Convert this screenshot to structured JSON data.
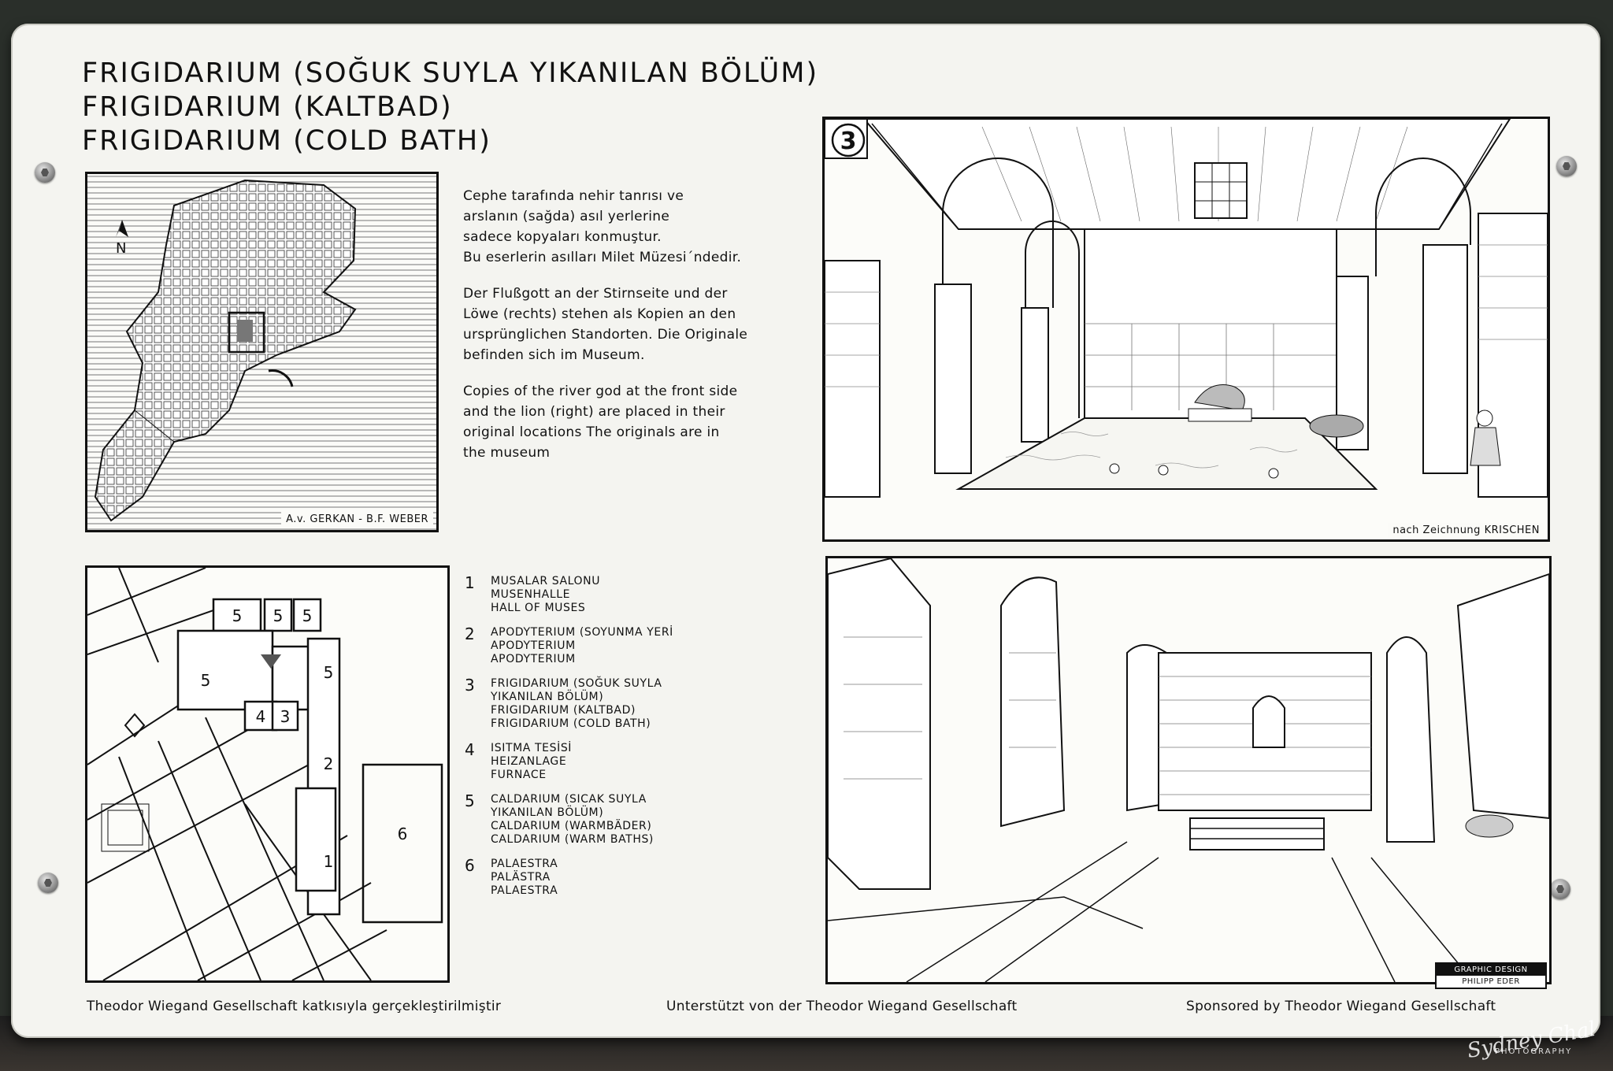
{
  "titles": [
    "FRIGIDARIUM  (SOĞUK  SUYLA  YIKANILAN  BÖLÜM)",
    "FRIGIDARIUM  (KALTBAD)",
    "FRIGIDARIUM  (COLD BATH)"
  ],
  "site_map": {
    "caption": "A.v. GERKAN - B.F. WEBER",
    "north_label": "N",
    "icon": "north-arrow-icon"
  },
  "description": {
    "turkish": [
      "Cephe tarafında  nehir tanrısı  ve",
      "arslanın (sağda) asıl  yerlerine",
      "sadece kopyaları konmuştur.",
      "Bu eserlerin asılları Milet Müzesi´ndedir."
    ],
    "german": [
      "Der Flußgott an der Stirnseite und der",
      "Löwe (rechts) stehen als Kopien an den",
      "ursprünglichen Standorten. Die Originale",
      "befinden sich im Museum."
    ],
    "english": [
      "Copies of  the river god at the front  side",
      "and the lion  (right)  are  placed  in  their",
      "original  locations  The originals are in",
      "the museum"
    ]
  },
  "reconstruction": {
    "number": "3",
    "caption_prefix": "nach Zeichnung ",
    "caption_name": "KRISCHEN"
  },
  "plan": {
    "room_labels": [
      "5",
      "5",
      "5",
      "5",
      "5",
      "4",
      "3",
      "2",
      "1",
      "6"
    ]
  },
  "legend": [
    {
      "num": "1",
      "lines": [
        "MUSALAR  SALONU",
        "MUSENHALLE",
        "HALL  OF  MUSES"
      ]
    },
    {
      "num": "2",
      "lines": [
        "APODYTERIUM  (SOYUNMA  YERİ",
        "APODYTERIUM",
        "APODYTERIUM"
      ]
    },
    {
      "num": "3",
      "lines": [
        "FRIGIDARIUM (SOĞUK SUYLA",
        "              YIKANILAN BÖLÜM)",
        "FRIGIDARIUM (KALTBAD)",
        "FRIGIDARIUM (COLD BATH)"
      ]
    },
    {
      "num": "4",
      "lines": [
        "ISITMA  TESİSİ",
        "HEIZANLAGE",
        "FURNACE"
      ]
    },
    {
      "num": "5",
      "lines": [
        "CALDARIUM  (SICAK  SUYLA",
        "          YIKANILAN  BÖLÜM)",
        "CALDARIUM  (WARMBÄDER)",
        "CALDARIUM  (WARM BATHS)"
      ]
    },
    {
      "num": "6",
      "lines": [
        "PALAESTRA",
        "PALÄSTRA",
        "PALAESTRA"
      ]
    }
  ],
  "design_badge": {
    "top": "GRAPHIC DESIGN",
    "bottom": "PHILIPP EDER"
  },
  "footer": {
    "turkish": "Theodor Wiegand Gesellschaft katkısıyla gerçekleştirilmiştir",
    "german": "Unterstützt von der Theodor Wiegand Gesellschaft",
    "english": "Sponsored by Theodor Wiegand Gesellschaft"
  },
  "watermark": {
    "signature": "Sydney Chal",
    "label": "PHOTOGRAPHY"
  }
}
